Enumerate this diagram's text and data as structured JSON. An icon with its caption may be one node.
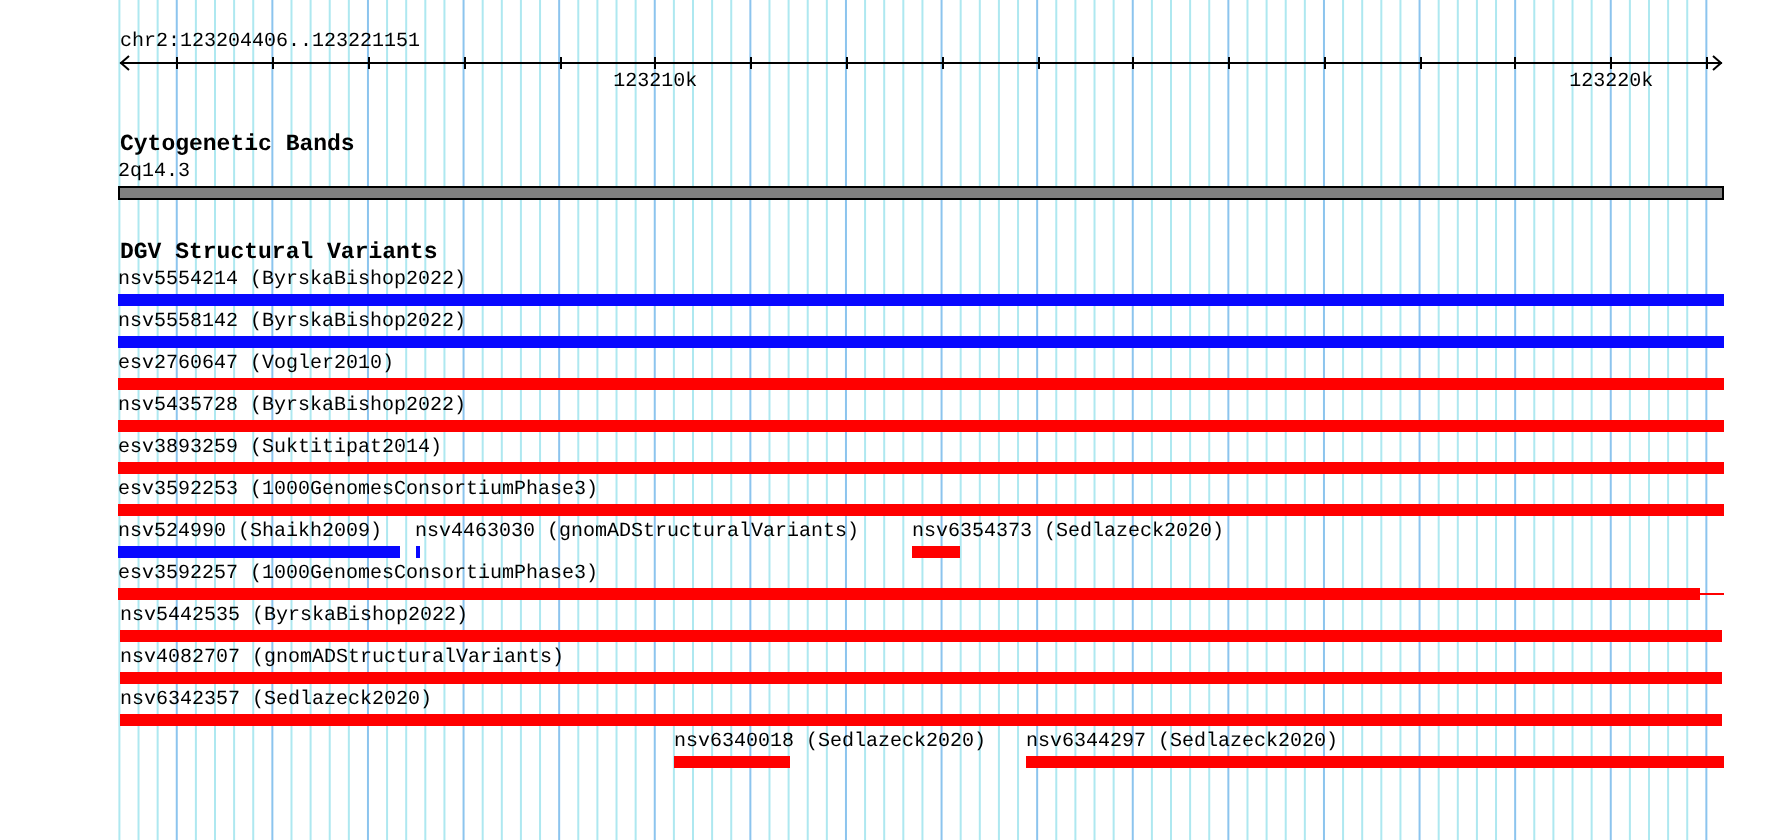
{
  "diagram": {
    "nodes": [
      {
        "text": [
          "2q14.3"
        ]
      },
      {
        "text": [
          "nsv5554214 (ByrskaBishop2022)"
        ]
      },
      {
        "text": [
          "nsv5558142 (ByrskaBishop2022)"
        ]
      },
      {
        "text": [
          "esv2760647 (Vogler2010)"
        ]
      },
      {
        "text": [
          "nsv5435728 (ByrskaBishop2022)"
        ]
      },
      {
        "text": [
          "esv3893259 (Suktitipat2014)"
        ]
      },
      {
        "text": [
          "esv3592253 (1000GenomesConsortiumPhase3)"
        ]
      },
      {
        "text": [
          "nsv524990 (Shaikh2009)"
        ]
      },
      {
        "text": [
          "nsv4463030 (gnomADStructuralVariants)"
        ]
      },
      {
        "text": [
          "nsv6354373 (Sedlazeck2020)"
        ]
      },
      {
        "text": [
          "esv3592257 (1000GenomesConsortiumPhase3)"
        ]
      },
      {
        "text": [
          "nsv5442535 (ByrskaBishop2022)"
        ]
      },
      {
        "text": [
          "nsv4082707 (gnomADStructuralVariants)"
        ]
      },
      {
        "text": [
          "nsv6342357 (Sedlazeck2020)"
        ]
      },
      {
        "text": [
          "nsv6340018 (Sedlazeck2020)"
        ]
      },
      {
        "text": [
          "nsv6344297 (Sedlazeck2020)"
        ]
      }
    ],
    "edges": [],
    "labels": [
      "chr2:123204406..123221151",
      "123210k",
      "123220k",
      "Cytogenetic Bands",
      "DGV Structural Variants"
    ]
  }
}
